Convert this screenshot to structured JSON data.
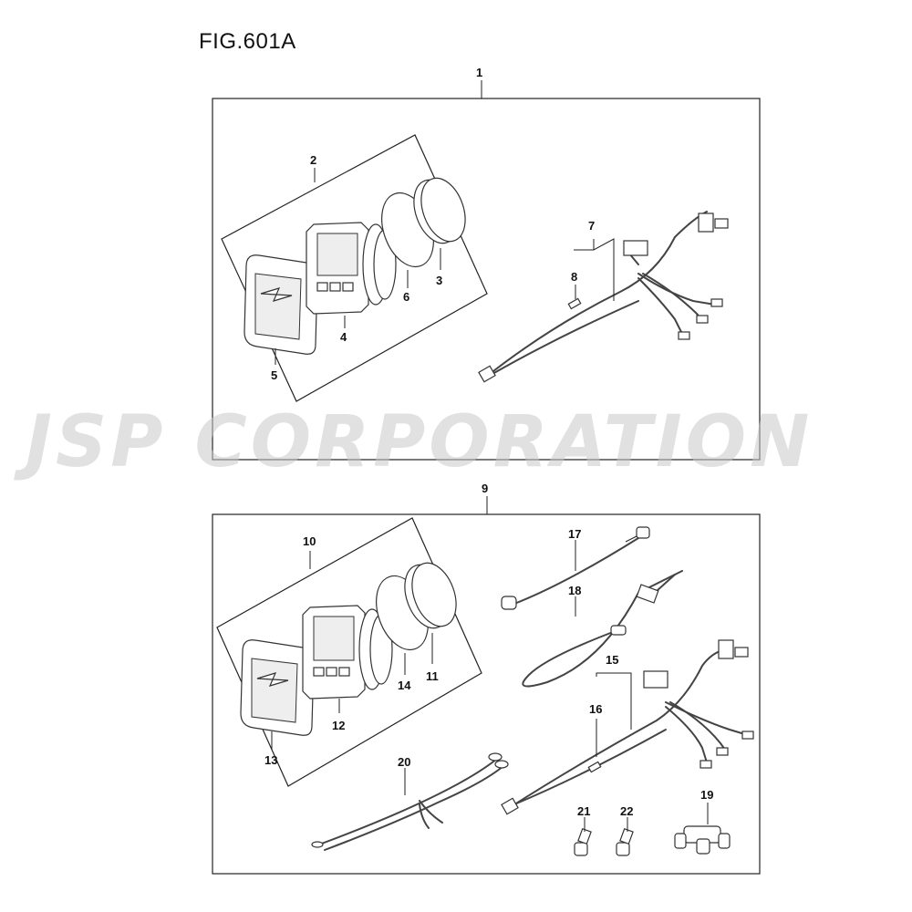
{
  "figure": {
    "title": "FIG.601A"
  },
  "watermark": {
    "text": "JSP CORPORATION"
  },
  "callouts": {
    "c1": "1",
    "c2": "2",
    "c3": "3",
    "c4": "4",
    "c5": "5",
    "c6": "6",
    "c7": "7",
    "c8": "8",
    "c9": "9",
    "c10": "10",
    "c11": "11",
    "c12": "12",
    "c13": "13",
    "c14": "14",
    "c15": "15",
    "c16": "16",
    "c17": "17",
    "c18": "18",
    "c19": "19",
    "c20": "20",
    "c21": "21",
    "c22": "22"
  }
}
